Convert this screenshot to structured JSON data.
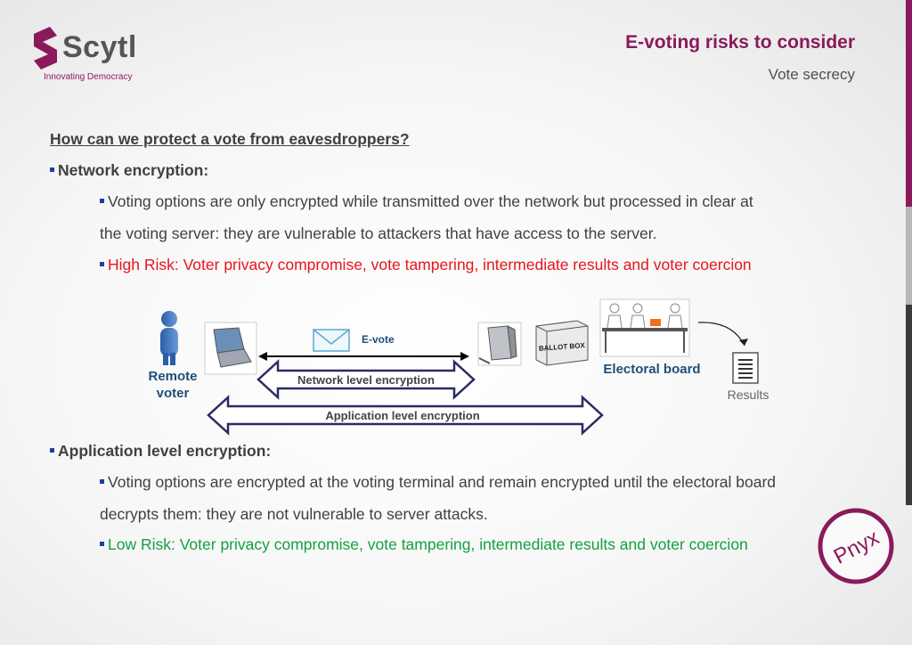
{
  "header": {
    "logo_text": "Scytl",
    "logo_tagline": "Innovating Democracy",
    "title": "E-voting risks to consider",
    "subtitle": "Vote secrecy"
  },
  "colors": {
    "brand": "#8a1a5b",
    "high_risk": "#e8141b",
    "low_risk": "#13a042",
    "diagram_label": "#1f4e79"
  },
  "body": {
    "question": "How can we protect a vote from eavesdroppers?",
    "network": {
      "heading": "Network encryption:",
      "line1": "Voting options are only encrypted while transmitted over the network but processed in clear at",
      "line2": "the voting server: they are vulnerable to attackers that have access to the server.",
      "risk": "High Risk: Voter privacy compromise, vote tampering, intermediate results and voter coercion"
    },
    "application": {
      "heading": "Application level encryption:",
      "line1": "Voting options are encrypted at the voting terminal and remain encrypted until the electoral board",
      "line2": "decrypts them: they are not vulnerable to server attacks.",
      "risk": "Low Risk: Voter privacy compromise, vote tampering, intermediate results and voter coercion"
    }
  },
  "diagram": {
    "remote_voter_line1": "Remote",
    "remote_voter_line2": "voter",
    "evote": "E-vote",
    "ballot_box": "BALLOT BOX",
    "network_arrow": "Network level encryption",
    "application_arrow": "Application  level encryption",
    "electoral_board": "Electoral board",
    "results": "Results",
    "icons": [
      "person-icon",
      "laptop-icon",
      "envelope-icon",
      "server-icon",
      "ballot-box-icon",
      "electoral-board-icon",
      "results-document-icon"
    ]
  },
  "stamp": {
    "text": "Pnyx"
  }
}
